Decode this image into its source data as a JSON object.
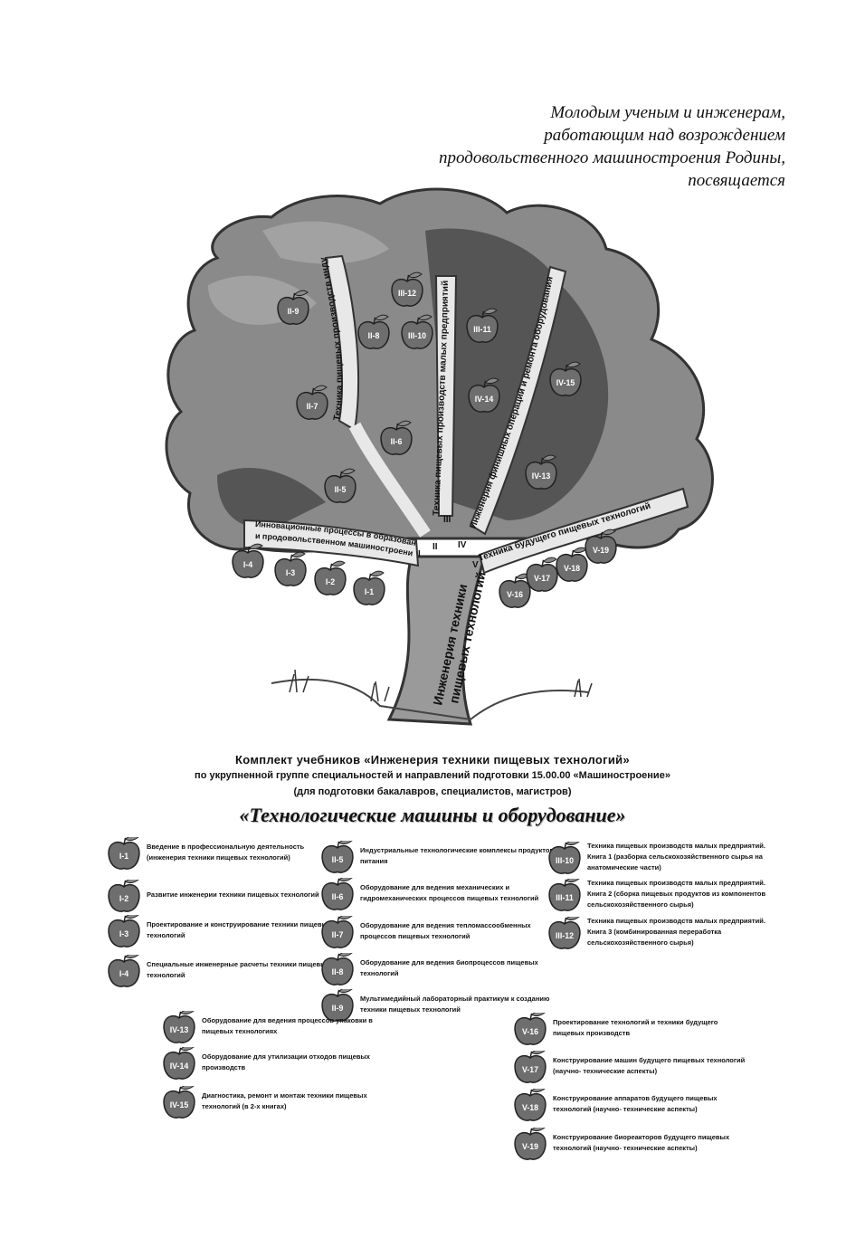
{
  "dedication": {
    "lines": [
      "Молодым ученым и инженерам,",
      "работающим над возрождением",
      "продовольственного машиностроения Родины,",
      "посвящается"
    ]
  },
  "tree": {
    "trunk_label_1": "Инженерия техники",
    "trunk_label_2": "пищевых технологий",
    "branches": [
      {
        "roman": "I",
        "label_1": "Инновационные процессы в образовании",
        "label_2": "и продовольственном машиностроении"
      },
      {
        "roman": "II",
        "label": "Техника пищевых производств индустриальных предприятий"
      },
      {
        "roman": "III",
        "label": "Техника пищевых производств малых предприятий"
      },
      {
        "roman": "IV",
        "label": "Инженерия финишных операций и ремонта оборудования"
      },
      {
        "roman": "V",
        "label": "Техника будущего пищевых технологий"
      }
    ],
    "apples": [
      "I-1",
      "I-2",
      "I-3",
      "I-4",
      "II-5",
      "II-6",
      "II-7",
      "II-8",
      "II-9",
      "III-10",
      "III-11",
      "III-12",
      "IV-13",
      "IV-14",
      "IV-15",
      "V-16",
      "V-17",
      "V-18",
      "V-19"
    ]
  },
  "heading": {
    "line1": "Комплект учебников «Инженерия техники пищевых технологий»",
    "line2": "по укрупненной группе специальностей и направлений подготовки 15.00.00 «Машиностроение»",
    "line3": "(для подготовки бакалавров, специалистов, магистров)",
    "series": "«Технологические машины и оборудование»"
  },
  "books": [
    {
      "code": "I-1",
      "title": "Введение в профессиональную деятельность (инженерия техники пищевых технологий)"
    },
    {
      "code": "I-2",
      "title": "Развитие инженерии техники пищевых технологий"
    },
    {
      "code": "I-3",
      "title": "Проектирование и конструирование техники пищевых технологий"
    },
    {
      "code": "I-4",
      "title": "Специальные инженерные расчеты техники пищевых технологий"
    },
    {
      "code": "II-5",
      "title": "Индустриальные технологические комплексы продуктов питания"
    },
    {
      "code": "II-6",
      "title": "Оборудование для ведения механических и гидромеханических процессов пищевых технологий"
    },
    {
      "code": "II-7",
      "title": "Оборудование для ведения тепломассообменных процессов пищевых технологий"
    },
    {
      "code": "II-8",
      "title": "Оборудование для ведения биопроцессов пищевых технологий"
    },
    {
      "code": "II-9",
      "title": "Мультимедийный лабораторный практикум к созданию техники пищевых технологий"
    },
    {
      "code": "III-10",
      "title": "Техника пищевых производств малых предприятий. Книга 1 (разборка сельскохозяйственного сырья на анатомические части)"
    },
    {
      "code": "III-11",
      "title": "Техника пищевых производств малых предприятий. Книга 2 (сборка пищевых продуктов из компонентов сельскохозяйственного сырья)"
    },
    {
      "code": "III-12",
      "title": "Техника пищевых производств малых предприятий. Книга 3 (комбинированная переработка сельскохозяйственного сырья)"
    },
    {
      "code": "IV-13",
      "title": "Оборудование для ведения процессов упаковки в пищевых технологиях"
    },
    {
      "code": "IV-14",
      "title": "Оборудование для утилизации отходов пищевых производств"
    },
    {
      "code": "IV-15",
      "title": "Диагностика, ремонт и монтаж техники пищевых технологий (в 2-х книгах)"
    },
    {
      "code": "V-16",
      "title": "Проектирование технологий и техники будущего пищевых производств"
    },
    {
      "code": "V-17",
      "title": "Конструирование машин будущего пищевых технологий (научно- технические аспекты)"
    },
    {
      "code": "V-18",
      "title": "Конструирование аппаратов будущего пищевых технологий (научно- технические аспекты)"
    },
    {
      "code": "V-19",
      "title": "Конструирование биореакторов будущего пищевых технологий (научно- технические аспекты)"
    }
  ],
  "colors": {
    "foliage": "#8a8a8a",
    "foliage_dark": "#5a5a5a",
    "apple": "#6e6e6e",
    "trunk": "#9a9a9a"
  }
}
